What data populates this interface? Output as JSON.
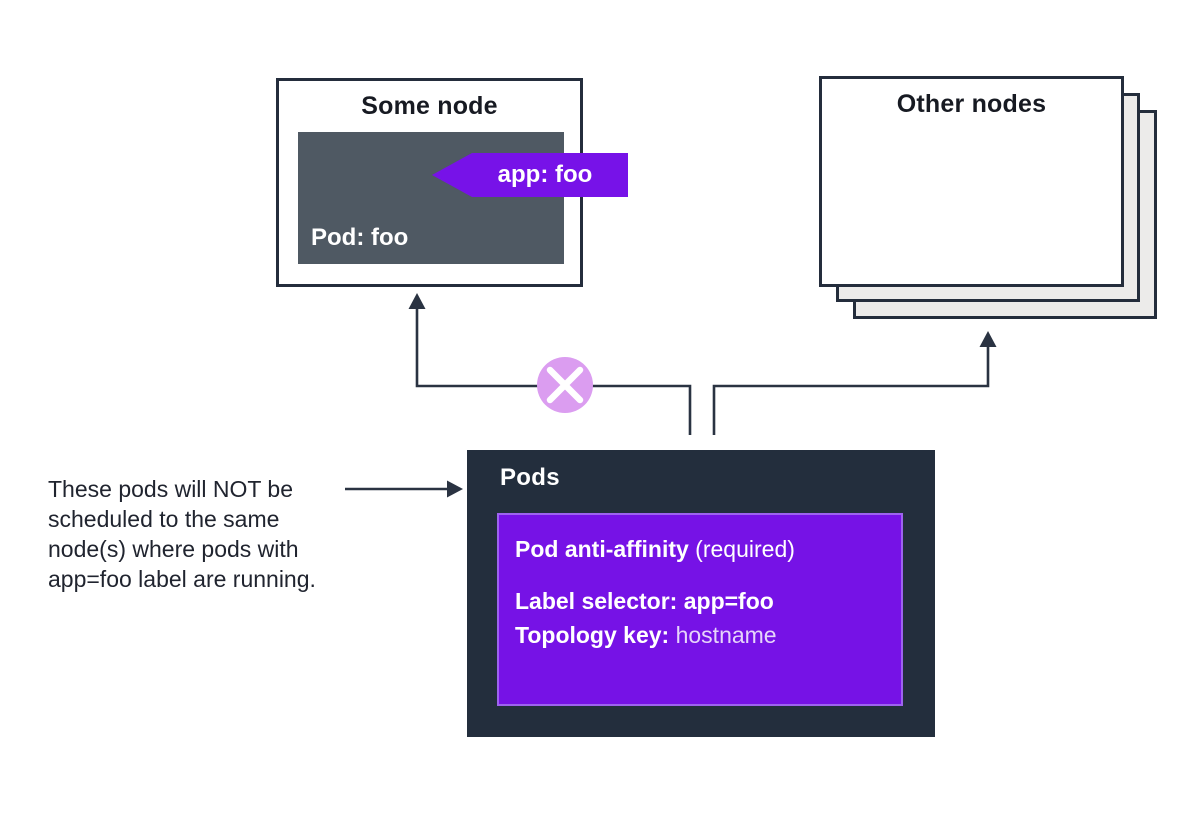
{
  "some_node": {
    "title": "Some node",
    "pod": {
      "label": "Pod: foo",
      "tag": "app: foo"
    }
  },
  "other_nodes": {
    "title": "Other nodes",
    "stack_count": 3
  },
  "pods_panel": {
    "title": "Pods",
    "affinity_card": {
      "line1": {
        "pre": "Pod ",
        "strong": "anti-affinity",
        "post": " (required)"
      },
      "selector": {
        "label": "Label selector: ",
        "value": "app=foo"
      },
      "topology": {
        "label": "Topology key: ",
        "value": "hostname"
      }
    }
  },
  "annotation": {
    "text": "These pods will NOT be scheduled to the same node(s) where pods with app=foo label are running."
  },
  "icons": {
    "blocked": "x-circle-icon",
    "arrows": [
      "arrow-up-to-some-node",
      "arrow-up-to-other-nodes",
      "annotation-arrow-right"
    ]
  },
  "colors": {
    "accent_purple": "#7612e6",
    "purple_card_border": "#9e63ef",
    "panel_dark": "#232e3d",
    "pod_slate": "#4f5963",
    "blocked_circle": "#db9df0",
    "line_dark": "#2a3342",
    "box_border": "#242d3c",
    "stack_gray": "#ecebea"
  }
}
